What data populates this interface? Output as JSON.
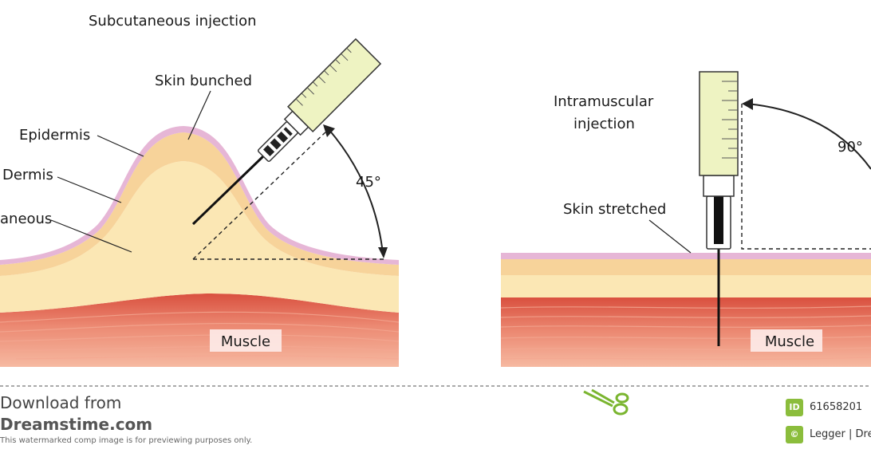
{
  "left_panel": {
    "title": "Subcutaneous injection",
    "labels": {
      "skin_bunched": "Skin bunched",
      "epidermis": "Epidermis",
      "dermis": "Dermis",
      "subcutaneous": "aneous",
      "angle": "45°",
      "muscle": "Muscle"
    }
  },
  "right_panel": {
    "title_line1": "Intramuscular",
    "title_line2": "injection",
    "labels": {
      "skin_stretched": "Skin stretched",
      "angle": "90°",
      "muscle": "Muscle"
    }
  },
  "footer": {
    "download_line1": "Download from",
    "download_line2": "Dreamstime.com",
    "note": "This watermarked comp image is for previewing purposes only.",
    "id_badge": "ID",
    "id_number": "61658201",
    "copyright_badge": "©",
    "author": "Legger | Dre"
  },
  "colors": {
    "epidermis": "#e6b6d6",
    "dermis": "#f7d39a",
    "subcutaneous": "#fbe7b4",
    "muscle": "#e8705e",
    "syringe": "#eef3c2",
    "badge": "#8bbd3c"
  }
}
